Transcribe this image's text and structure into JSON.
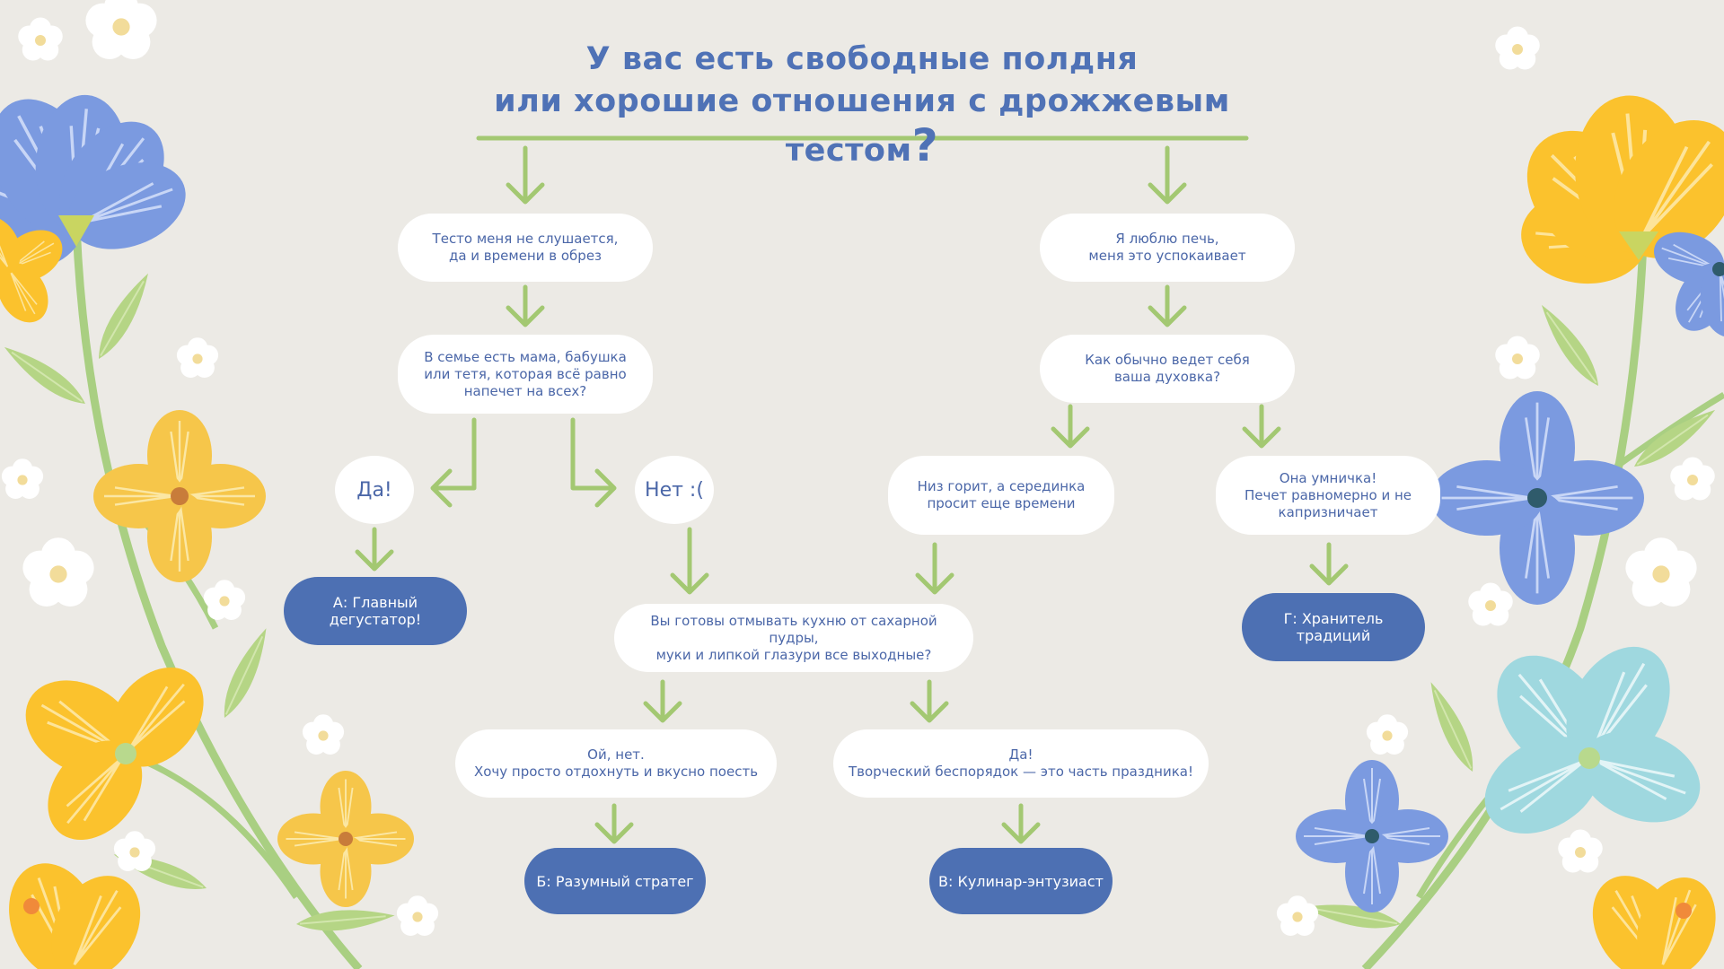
{
  "title": {
    "line1": "У вас есть свободные полдня",
    "line2": "или хорошие отношения с дрожжевым тестом",
    "question_mark": "?"
  },
  "colors": {
    "background": "#eceae5",
    "title": "#4f72b6",
    "node_fill": "#ffffff",
    "node_text": "#4b67a8",
    "result_fill": "#4d70b3",
    "result_text": "#ffffff",
    "arrow": "#a3c872"
  },
  "nodes": {
    "dough_disobeys": "Тесто меня не слушается,\nда и времени в обрез",
    "love_baking": "Я люблю печь,\nменя это успокаивает",
    "family_baker": "В семье есть мама, бабушка\nили тетя, которая всё равно\nнапечет на всех?",
    "oven_behavior": "Как обычно ведет себя\nваша духовка?",
    "answer_yes": "Да!",
    "answer_no": "Нет :(",
    "oven_burns": "Низ горит, а серединка\nпросит еще времени",
    "oven_good": "Она умничка!\nПечет равномерно и не\nкапризничает",
    "result_a": "А: Главный дегустатор!",
    "result_g": "Г: Хранитель традиций",
    "ready_clean": "Вы готовы отмывать кухню от сахарной пудры,\nмуки и липкой глазури все выходные?",
    "oh_no": "Ой, нет.\nХочу просто отдохнуть и вкусно поесть",
    "creative_mess": "Да!\nТворческий беспорядок — это часть праздника!",
    "result_b": "Б: Разумный стратег",
    "result_v": "В: Кулинар-энтузиаст"
  },
  "decor": {
    "left_flowers": [
      "blue-flower-icon",
      "yellow-flower-icon",
      "white-blossom-icon"
    ],
    "right_flowers": [
      "yellow-flower-icon",
      "blue-flower-icon",
      "light-blue-flower-icon",
      "white-blossom-icon"
    ]
  }
}
